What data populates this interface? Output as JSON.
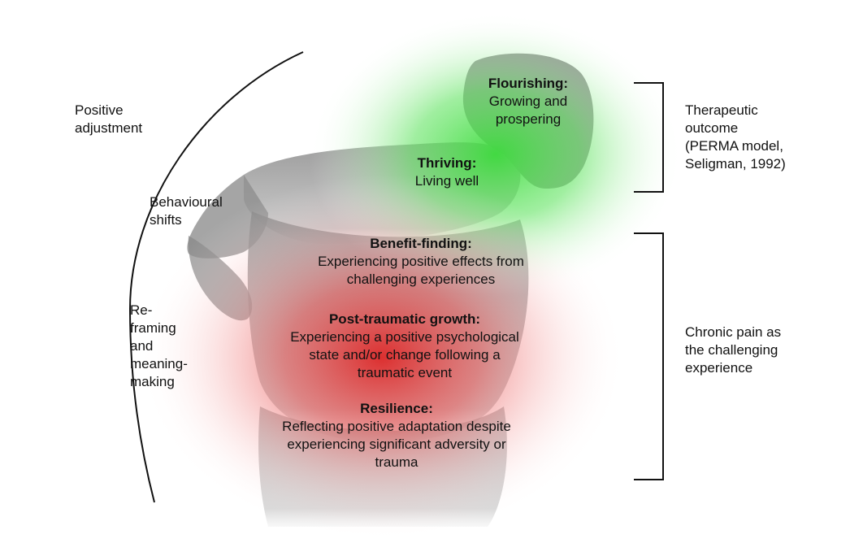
{
  "left_labels": {
    "positive_adjustment": [
      "Positive",
      "adjustment"
    ],
    "behavioural_shifts": [
      "Behavioural",
      "shifts"
    ],
    "reframing": [
      "Re-",
      "framing",
      "and",
      "meaning-",
      "making"
    ]
  },
  "levels": {
    "flourishing": {
      "title": "Flourishing:",
      "lines": [
        "Growing and",
        "prospering"
      ]
    },
    "thriving": {
      "title": "Thriving:",
      "lines": [
        "Living well"
      ]
    },
    "benefit_finding": {
      "title": "Benefit-finding:",
      "lines": [
        "Experiencing positive effects from",
        "challenging experiences"
      ]
    },
    "ptg": {
      "title": "Post-traumatic growth:",
      "lines": [
        "Experiencing a positive psychological",
        "state and/or change following a",
        "traumatic event"
      ]
    },
    "resilience": {
      "title": "Resilience:",
      "lines": [
        "Reflecting positive adaptation despite",
        "experiencing significant adversity or",
        "trauma"
      ]
    }
  },
  "right_labels": {
    "therapeutic": [
      "Therapeutic",
      "outcome",
      "(PERMA model,",
      "Seligman, 1992)"
    ],
    "chronic_pain": [
      "Chronic pain as",
      "the challenging",
      "experience"
    ]
  },
  "colors": {
    "green_glow": "#3ddc3d",
    "red_glow": "#e02020",
    "figure": "#9a9a9a",
    "ink": "#111111"
  }
}
